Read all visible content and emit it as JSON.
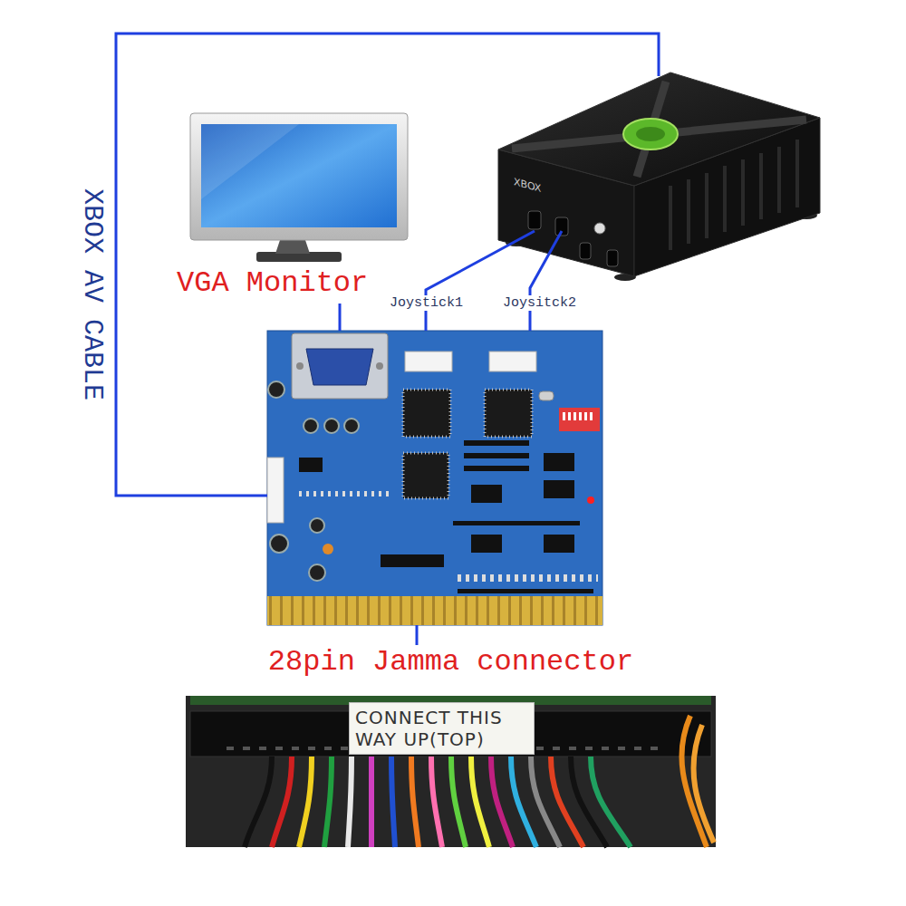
{
  "diagram": {
    "nodes": [
      {
        "text": [
          "VGA Monitor"
        ]
      },
      {
        "text": [
          "XBOX"
        ]
      },
      {
        "text": []
      },
      {
        "text": [
          "28pin Jamma connector"
        ]
      },
      {
        "text": [
          "CONNECT THIS WAY UP(TOP)"
        ],
        "in": 3
      }
    ],
    "edges": [
      {
        "from": 1,
        "to": 2,
        "arrow": "none",
        "label": "XBOX AV CABLE"
      },
      {
        "from": 1,
        "to": 2,
        "arrow": "none",
        "label": "Joystick1"
      },
      {
        "from": 1,
        "to": 2,
        "arrow": "none",
        "label": "Joysitck2"
      },
      {
        "from": 0,
        "to": 2,
        "arrow": "none"
      },
      {
        "from": 2,
        "to": 3,
        "arrow": "none"
      }
    ]
  }
}
